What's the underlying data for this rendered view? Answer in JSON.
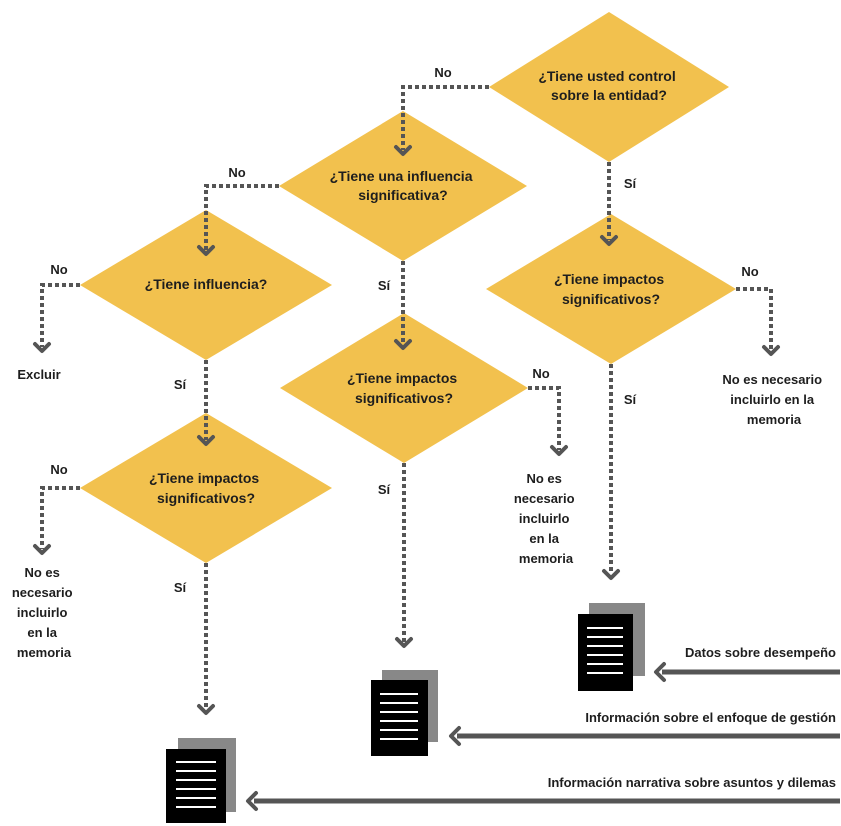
{
  "colors": {
    "diamond": "#F2C14E",
    "connector": "#555555",
    "doc_back": "#888888",
    "doc_front": "#000000",
    "text": "#1e1e1e"
  },
  "questions": {
    "control": [
      "¿Tiene usted control",
      "sobre la entidad?"
    ],
    "significant_influence": [
      "¿Tiene una influencia",
      "significativa?"
    ],
    "influence": [
      "¿Tiene influencia?"
    ],
    "impacts_control": [
      "¿Tiene impactos",
      "significativos?"
    ],
    "impacts_significant": [
      "¿Tiene impactos",
      "significativos?"
    ],
    "impacts_influence": [
      "¿Tiene impactos",
      "significativos?"
    ]
  },
  "labels": {
    "no": "No",
    "yes": "Sí"
  },
  "outcomes": {
    "exclude": "Excluir",
    "not_needed_right": [
      "No es necesario",
      "incluirlo en la",
      "memoria"
    ],
    "not_needed_middle": [
      "No es",
      "necesario",
      "incluirlo",
      "en la",
      "memoria"
    ],
    "not_needed_left": [
      "No es",
      "necesario",
      "incluirlo",
      "en la",
      "memoria"
    ]
  },
  "inputs": {
    "performance_data": "Datos sobre desempeño",
    "management_approach": "Información sobre el enfoque de gestión",
    "narrative": "Información narrativa sobre asuntos y dilemas"
  },
  "icons": [
    "document-icon",
    "arrow-down-icon",
    "arrow-left-icon"
  ]
}
